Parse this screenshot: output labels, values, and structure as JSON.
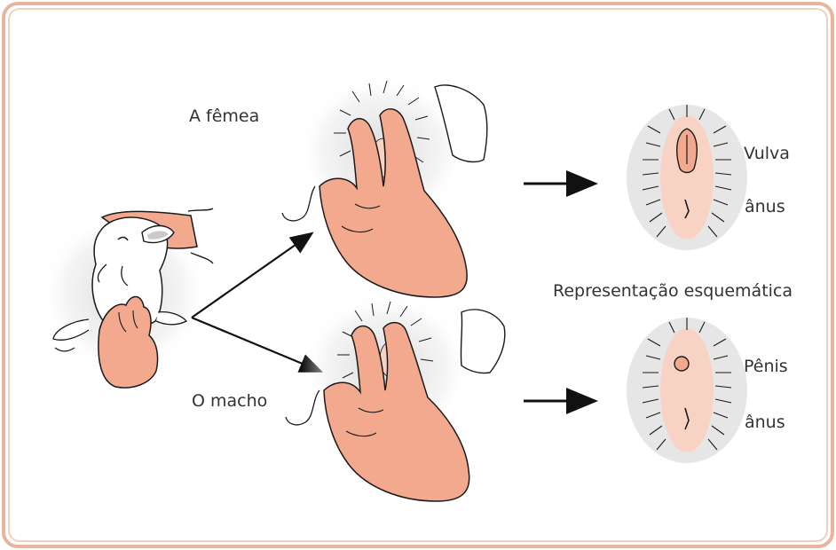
{
  "labels": {
    "female": "A fêmea",
    "male": "O macho",
    "vulva": "Vulva",
    "anus_female": "ânus",
    "schematic": "Representação esquemática",
    "penis": "Pênis",
    "anus_male": "ânus"
  },
  "colors": {
    "frame": "#E8B4A0",
    "skin": "#F2A98E",
    "pink": "#F8D3C4",
    "outline": "#1a1a1a",
    "shadow": "#E4E4E4"
  },
  "icons": [
    "rabbit-held-illustration",
    "female-hand-illustration",
    "male-hand-illustration",
    "vulva-schematic",
    "penis-schematic",
    "arrow"
  ]
}
